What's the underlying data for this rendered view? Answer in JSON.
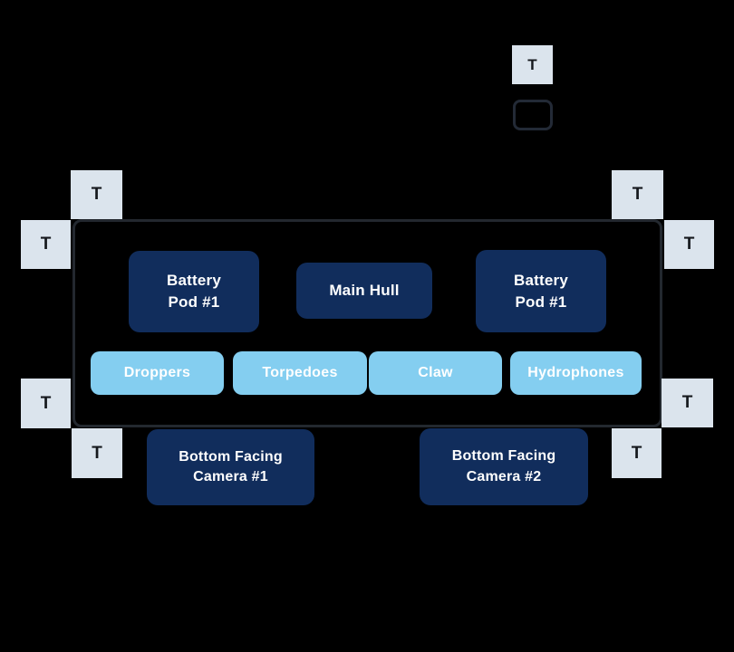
{
  "colors": {
    "background": "#000000",
    "body_border": "#23282f",
    "empty_box_border": "#232a36",
    "thruster_bg": "#dbe4ed",
    "thruster_text": "#15181d",
    "navy": "#112d5c",
    "sky": "#84cef0",
    "white": "#ffffff"
  },
  "thrusters": {
    "label": "T"
  },
  "components": {
    "battery_pod_left": {
      "line1": "Battery",
      "line2": "Pod #1"
    },
    "main_hull": {
      "label": "Main Hull"
    },
    "battery_pod_right": {
      "line1": "Battery",
      "line2": "Pod #1"
    },
    "droppers": {
      "label": "Droppers"
    },
    "torpedoes": {
      "label": "Torpedoes"
    },
    "claw": {
      "label": "Claw"
    },
    "hydrophones": {
      "label": "Hydrophones"
    },
    "camera_1": {
      "line1": "Bottom Facing",
      "line2": "Camera #1"
    },
    "camera_2": {
      "line1": "Bottom Facing",
      "line2": "Camera #2"
    }
  }
}
